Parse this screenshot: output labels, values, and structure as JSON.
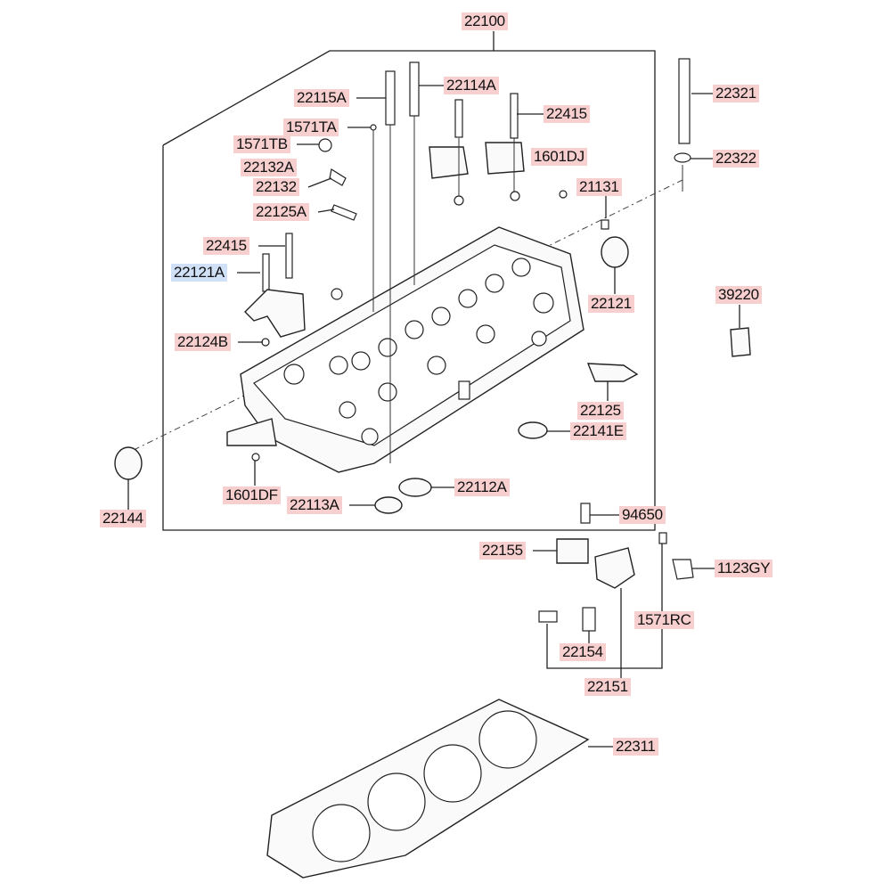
{
  "diagram": {
    "labels": [
      {
        "id": "l-22100",
        "text": "22100",
        "selected": false
      },
      {
        "id": "l-22115A",
        "text": "22115A",
        "selected": false
      },
      {
        "id": "l-22114A",
        "text": "22114A",
        "selected": false
      },
      {
        "id": "l-22415-top",
        "text": "22415",
        "selected": false
      },
      {
        "id": "l-1571TA",
        "text": "1571TA",
        "selected": false
      },
      {
        "id": "l-1571TB",
        "text": "1571TB",
        "selected": false
      },
      {
        "id": "l-22132A",
        "text": "22132A",
        "selected": false
      },
      {
        "id": "l-22132",
        "text": "22132",
        "selected": false
      },
      {
        "id": "l-1601DJ",
        "text": "1601DJ",
        "selected": false
      },
      {
        "id": "l-21131",
        "text": "21131",
        "selected": false
      },
      {
        "id": "l-22125A",
        "text": "22125A",
        "selected": false
      },
      {
        "id": "l-22415-left",
        "text": "22415",
        "selected": false
      },
      {
        "id": "l-22121A",
        "text": "22121A",
        "selected": true
      },
      {
        "id": "l-22121",
        "text": "22121",
        "selected": false
      },
      {
        "id": "l-22124B",
        "text": "22124B",
        "selected": false
      },
      {
        "id": "l-22125",
        "text": "22125",
        "selected": false
      },
      {
        "id": "l-22141E",
        "text": "22141E",
        "selected": false
      },
      {
        "id": "l-22112A",
        "text": "22112A",
        "selected": false
      },
      {
        "id": "l-1601DF",
        "text": "1601DF",
        "selected": false
      },
      {
        "id": "l-22113A",
        "text": "22113A",
        "selected": false
      },
      {
        "id": "l-22144",
        "text": "22144",
        "selected": false
      },
      {
        "id": "l-22321",
        "text": "22321",
        "selected": false
      },
      {
        "id": "l-22322",
        "text": "22322",
        "selected": false
      },
      {
        "id": "l-39220",
        "text": "39220",
        "selected": false
      },
      {
        "id": "l-94650",
        "text": "94650",
        "selected": false
      },
      {
        "id": "l-22155",
        "text": "22155",
        "selected": false
      },
      {
        "id": "l-1123GY",
        "text": "1123GY",
        "selected": false
      },
      {
        "id": "l-1571RC",
        "text": "1571RC",
        "selected": false
      },
      {
        "id": "l-22154",
        "text": "22154",
        "selected": false
      },
      {
        "id": "l-22151",
        "text": "22151",
        "selected": false
      },
      {
        "id": "l-22311",
        "text": "22311",
        "selected": false
      }
    ]
  },
  "colors": {
    "label_bg": "#f7cfcf",
    "label_selected_bg": "#cfe0f7",
    "line": "#222222"
  }
}
